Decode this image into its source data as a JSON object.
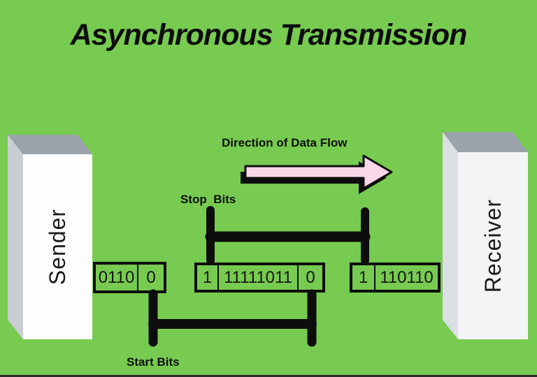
{
  "title": "Asynchronous Transmission",
  "colors": {
    "background": "#77CB50",
    "ink": "#0D0D0D",
    "arrow_pink": "#F8D7E8",
    "box_top": "#9AA2AB",
    "sender_side": "#C9CDD4",
    "receiver_side": "#DBDEE3",
    "sender_front": "#FDFDFD",
    "receiver_front": "#F3F4F6"
  },
  "sender": {
    "label": "Sender"
  },
  "receiver": {
    "label": "Receiver"
  },
  "flow_arrow": {
    "label": "Direction of Data Flow"
  },
  "annotations": {
    "stop_bits": "Stop  Bits",
    "start_bits": "Start Bits"
  },
  "frames": [
    {
      "name": "sender-output-frame",
      "cells": [
        "0110",
        "0"
      ]
    },
    {
      "name": "in-transit-frame",
      "cells": [
        "1",
        "11111011",
        "0"
      ]
    },
    {
      "name": "receiver-input-frame",
      "cells": [
        "1",
        "110110"
      ]
    }
  ]
}
